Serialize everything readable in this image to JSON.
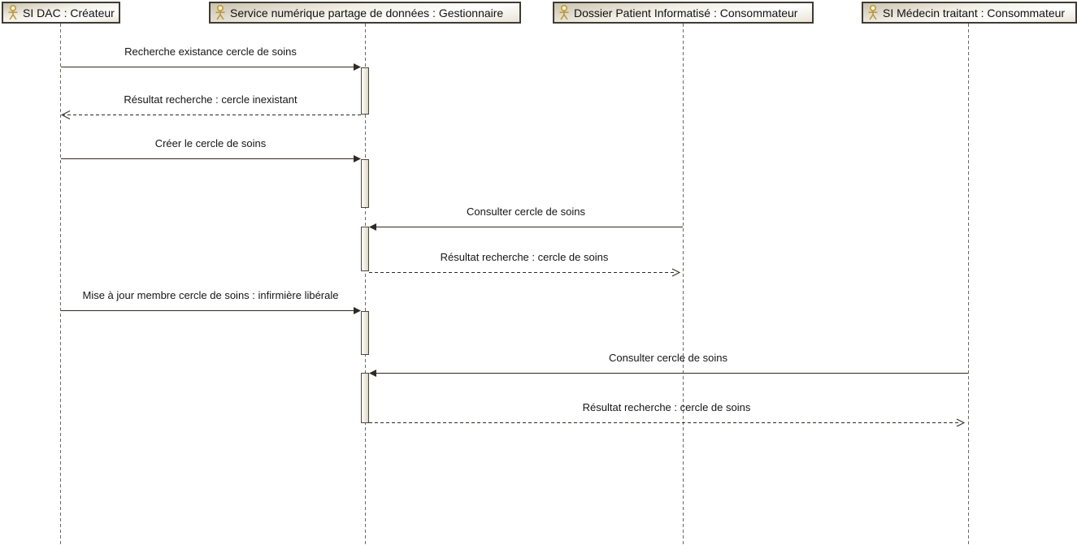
{
  "diagram": {
    "type": "uml-sequence-diagram",
    "colors": {
      "background": "#ffffff",
      "box_border": "#3f3b33",
      "box_fill_dark": "#c9c2ae",
      "box_fill_light": "#ffffff",
      "actor_icon": "#b8912c",
      "actor_head_fill": "#f8efcd",
      "lifeline": "#6f6a60",
      "message_line": "#2e2a24",
      "activation_border": "#4c4640",
      "activation_fill": "#d9d2c0",
      "text": "#151515"
    },
    "lifelines": [
      {
        "label": "SI DAC : Créateur",
        "icon": "actor-icon"
      },
      {
        "label": "Service numérique partage de données : Gestionnaire",
        "icon": "actor-icon"
      },
      {
        "label": "Dossier Patient Informatisé : Consommateur",
        "icon": "actor-icon"
      },
      {
        "label": "SI Médecin traitant : Consommateur",
        "icon": "actor-icon"
      }
    ],
    "messages": [
      {
        "label": "Recherche existance cercle de soins",
        "from": "SI DAC : Créateur",
        "to": "Service numérique partage de données : Gestionnaire",
        "kind": "call",
        "line": "solid",
        "arrowhead": "filled"
      },
      {
        "label": "Résultat recherche : cercle inexistant",
        "from": "Service numérique partage de données : Gestionnaire",
        "to": "SI DAC : Créateur",
        "kind": "return",
        "line": "dashed",
        "arrowhead": "open"
      },
      {
        "label": "Créer le cercle de soins",
        "from": "SI DAC : Créateur",
        "to": "Service numérique partage de données : Gestionnaire",
        "kind": "call",
        "line": "solid",
        "arrowhead": "filled"
      },
      {
        "label": "Consulter cercle de soins",
        "from": "Dossier Patient Informatisé : Consommateur",
        "to": "Service numérique partage de données : Gestionnaire",
        "kind": "call",
        "line": "solid",
        "arrowhead": "filled"
      },
      {
        "label": "Résultat recherche : cercle de soins",
        "from": "Service numérique partage de données : Gestionnaire",
        "to": "Dossier Patient Informatisé : Consommateur",
        "kind": "return",
        "line": "dashed",
        "arrowhead": "open"
      },
      {
        "label": "Mise à jour membre cercle de soins : infirmière libérale",
        "from": "SI DAC : Créateur",
        "to": "Service numérique partage de données : Gestionnaire",
        "kind": "call",
        "line": "solid",
        "arrowhead": "filled"
      },
      {
        "label": "Consulter cercle de soins",
        "from": "SI Médecin traitant : Consommateur",
        "to": "Service numérique partage de données : Gestionnaire",
        "kind": "call",
        "line": "solid",
        "arrowhead": "filled"
      },
      {
        "label": "Résultat recherche : cercle de soins",
        "from": "Service numérique partage de données : Gestionnaire",
        "to": "SI Médecin traitant : Consommateur",
        "kind": "return",
        "line": "dashed",
        "arrowhead": "open"
      }
    ]
  }
}
